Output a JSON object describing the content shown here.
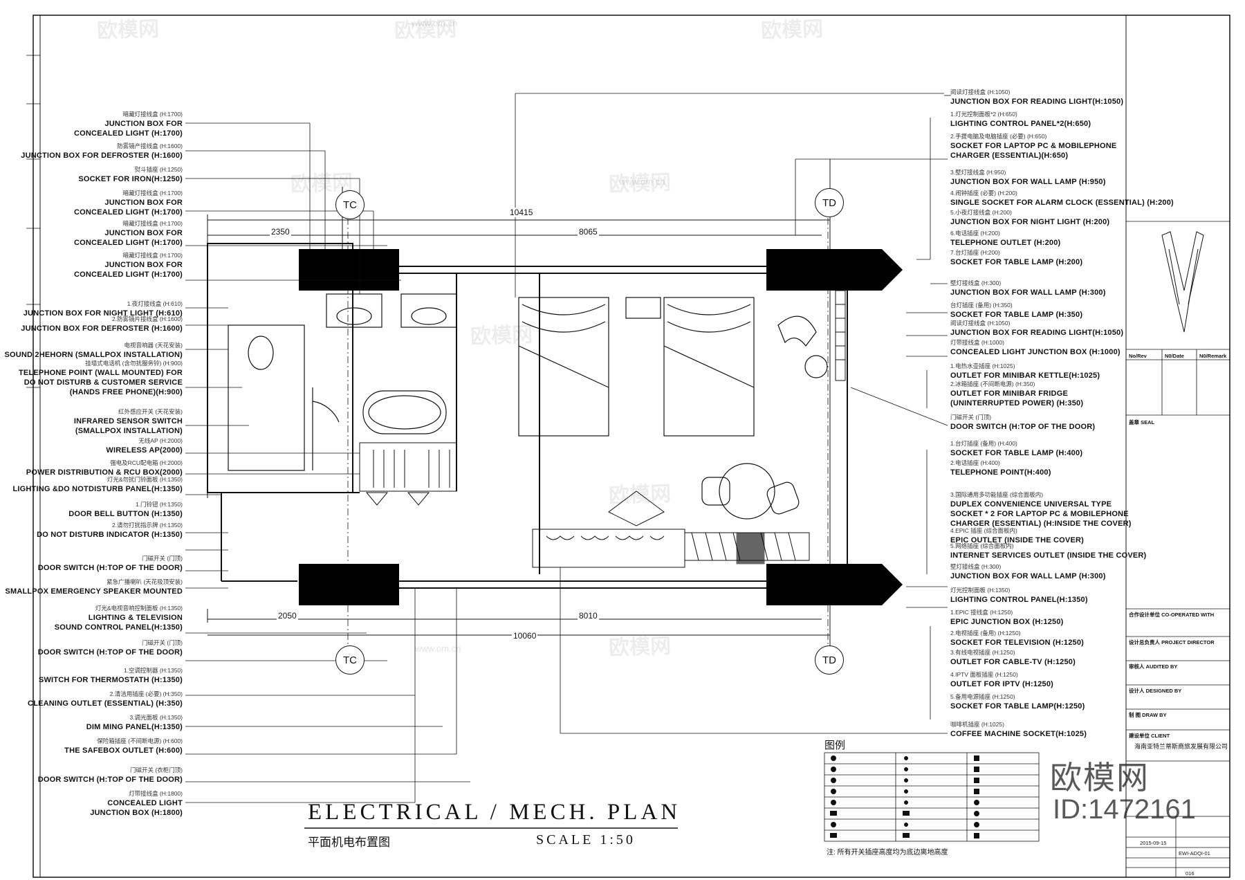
{
  "drawing": {
    "title": "ELECTRICAL / MECH. PLAN",
    "title_cn": "平面机电布置图",
    "scale": "SCALE 1:50",
    "axes": [
      "TC",
      "TD",
      "TC",
      "TD"
    ],
    "dimensions": {
      "top_outer": "10415",
      "top_inner": "8065",
      "top_left": "2350",
      "bottom_left": "2050",
      "bottom_inner": "8010",
      "bottom_outer": "10060"
    }
  },
  "left_labels": [
    {
      "cn": "暗藏灯接线盒 (H:1700)",
      "en": [
        "JUNCTION BOX FOR",
        "CONCEALED LIGHT (H:1700)"
      ]
    },
    {
      "cn": "防雾镜产接线盒 (H:1600)",
      "en": [
        "JUNCTION BOX FOR DEFROSTER (H:1600)"
      ]
    },
    {
      "cn": "熨斗插座 (H:1250)",
      "en": [
        "SOCKET FOR IRON(H:1250)"
      ]
    },
    {
      "cn": "暗藏灯接线盒 (H:1700)",
      "en": [
        "JUNCTION BOX FOR",
        "CONCEALED LIGHT (H:1700)"
      ]
    },
    {
      "cn": "暗藏灯接线盒 (H:1700)",
      "en": [
        "JUNCTION BOX FOR",
        "CONCEALED LIGHT (H:1700)"
      ]
    },
    {
      "cn": "暗藏灯接线盒 (H:1700)",
      "en": [
        "JUNCTION BOX FOR",
        "CONCEALED LIGHT (H:1700)"
      ]
    },
    {
      "cn": "1.夜灯接线盒 (H:610)",
      "en": [
        "JUNCTION BOX FOR NIGHT LIGHT (H:610)"
      ]
    },
    {
      "cn": "2.防雾镜片接线盒 (H:1600)",
      "en": [
        "JUNCTION BOX FOR DEFROSTER (H:1600)"
      ]
    },
    {
      "cn": "电视音响器 (天花安装)",
      "en": [
        "SOUND 2HEHORN (SMALLPOX INSTALLATION)"
      ]
    },
    {
      "cn": "挂墙式电话机 (含勿扰服务铃) (H:900)",
      "en": [
        "TELEPHONE POINT (WALL MOUNTED) FOR",
        "DO NOT DISTURB & CUSTOMER SERVICE",
        "(HANDS FREE PHONE)(H:900)"
      ]
    },
    {
      "cn": "红外感应开关 (天花安装)",
      "en": [
        "INFRARED SENSOR SWITCH",
        "(SMALLPOX INSTALLATION)"
      ]
    },
    {
      "cn": "无线AP (H:2000)",
      "en": [
        "WIRELESS AP(2000)"
      ]
    },
    {
      "cn": "强电及RCU配电箱 (H:2000)",
      "en": [
        "POWER DISTRIBUTION & RCU BOX(2000)"
      ]
    },
    {
      "cn": "灯光&勿扰门铃面板 (H:1350)",
      "en": [
        "LIGHTING &DO NOTDISTURB PANEL(H:1350)"
      ]
    },
    {
      "cn": "1.门铃钮 (H:1350)",
      "en": [
        "DOOR BELL BUTTON (H:1350)"
      ]
    },
    {
      "cn": "2.请勿打扰指示牌 (H:1350)",
      "en": [
        "DO NOT DISTURB INDICATOR (H:1350)"
      ]
    },
    {
      "cn": "门磁开关 (门顶)",
      "en": [
        "DOOR SWITCH (H:TOP OF THE DOOR)"
      ]
    },
    {
      "cn": "紧急广播喇叭 (天花吸顶安装)",
      "en": [
        "SMALLPOX EMERGENCY SPEAKER MOUNTED"
      ]
    },
    {
      "cn": "灯光&电视音响控制面板 (H:1350)",
      "en": [
        "LIGHTING & TELEVISION",
        "SOUND CONTROL PANEL(H:1350)"
      ]
    },
    {
      "cn": "门磁开关 (门顶)",
      "en": [
        "DOOR SWITCH (H:TOP OF THE DOOR)"
      ]
    },
    {
      "cn": "1.空调控制器 (H:1350)",
      "en": [
        "SWITCH FOR THERMOSTATH (H:1350)"
      ]
    },
    {
      "cn": "2.清洁用插座 (必要) (H:350)",
      "en": [
        "CLEANING OUTLET (ESSENTIAL) (H:350)"
      ]
    },
    {
      "cn": "3.调光面板 (H:1350)",
      "en": [
        "DIM MING PANEL(H:1350)"
      ]
    },
    {
      "cn": "保险箱插座 (不间断电源) (H:600)",
      "en": [
        "THE SAFEBOX OUTLET (H:600)"
      ]
    },
    {
      "cn": "门磁开关 (衣柜门顶)",
      "en": [
        "DOOR SWITCH (H:TOP OF THE DOOR)"
      ]
    },
    {
      "cn": "灯带接线盒 (H:1800)",
      "en": [
        "CONCEALED LIGHT",
        "JUNCTION BOX (H:1800)"
      ]
    }
  ],
  "right_labels": [
    {
      "cn": "阅读灯接线盒 (H:1050)",
      "en": [
        "JUNCTION BOX FOR READING LIGHT(H:1050)"
      ]
    },
    {
      "cn": "1.灯光控制面板*2 (H:650)",
      "en": [
        "LIGHTING CONTROL PANEL*2(H:650)"
      ]
    },
    {
      "cn": "2.手提电脑及电脑插座 (必要) (H:650)",
      "en": [
        "SOCKET FOR LAPTOP PC & MOBILEPHONE",
        "CHARGER (ESSENTIAL)(H:650)"
      ]
    },
    {
      "cn": "3.壁灯接线盒 (H:950)",
      "en": [
        "JUNCTION BOX FOR WALL LAMP (H:950)"
      ]
    },
    {
      "cn": "4.闹钟插座 (必要) (H:200)",
      "en": [
        "SINGLE SOCKET FOR ALARM CLOCK (ESSENTIAL) (H:200)"
      ]
    },
    {
      "cn": "5.小夜灯接线盒 (H:200)",
      "en": [
        "JUNCTION BOX FOR NIGHT LIGHT (H:200)"
      ]
    },
    {
      "cn": "6.电话插座 (H:200)",
      "en": [
        "TELEPHONE OUTLET (H:200)"
      ]
    },
    {
      "cn": "7.台灯插座 (H:200)",
      "en": [
        "SOCKET FOR TABLE LAMP (H:200)"
      ]
    },
    {
      "cn": "壁灯接线盒 (H:300)",
      "en": [
        "JUNCTION BOX FOR WALL LAMP (H:300)"
      ]
    },
    {
      "cn": "台灯插座 (备用) (H:350)",
      "en": [
        "SOCKET FOR TABLE LAMP (H:350)"
      ]
    },
    {
      "cn": "阅读灯接线盒 (H:1050)",
      "en": [
        "JUNCTION BOX FOR READING LIGHT(H:1050)"
      ]
    },
    {
      "cn": "灯带接线盒 (H:1000)",
      "en": [
        "CONCEALED LIGHT JUNCTION BOX (H:1000)"
      ]
    },
    {
      "cn": "1.电热水壶插座 (H:1025)",
      "en": [
        "OUTLET FOR MINIBAR KETTLE(H:1025)"
      ]
    },
    {
      "cn": "2.冰箱插座 (不间断电源) (H:350)",
      "en": [
        "OUTLET FOR MINIBAR FRIDGE",
        "(UNINTERRUPTED POWER) (H:350)"
      ]
    },
    {
      "cn": "门磁开关 (门顶)",
      "en": [
        "DOOR SWITCH (H:TOP OF THE DOOR)"
      ]
    },
    {
      "cn": "1.台灯插座 (备用) (H:400)",
      "en": [
        "SOCKET FOR TABLE LAMP (H:400)"
      ]
    },
    {
      "cn": "2.电话插座 (H:400)",
      "en": [
        "TELEPHONE POINT(H:400)"
      ]
    },
    {
      "cn": "3.国际通用多功能插座 (综合面板内)",
      "en": [
        "DUPLEX CONVENIENCE UNIVERSAL TYPE",
        "SOCKET * 2 FOR LAPTOP PC & MOBILEPHONE",
        "CHARGER (ESSENTIAL) (H:INSIDE THE COVER)"
      ]
    },
    {
      "cn": "4.EPIC 插座 (综合面板内)",
      "en": [
        "EPIC OUTLET (INSIDE THE COVER)"
      ]
    },
    {
      "cn": "5.网络插座 (综合面板内)",
      "en": [
        "INTERNET SERVICES OUTLET (INSIDE THE COVER)"
      ]
    },
    {
      "cn": "壁灯接线盒 (H:300)",
      "en": [
        "JUNCTION BOX FOR WALL LAMP (H:300)"
      ]
    },
    {
      "cn": "灯光控制面板 (H:1350)",
      "en": [
        "LIGHTING CONTROL PANEL(H:1350)"
      ]
    },
    {
      "cn": "1.EPIC 接线盒 (H:1250)",
      "en": [
        "EPIC JUNCTION BOX (H:1250)"
      ]
    },
    {
      "cn": "2.电视插座 (备用) (H:1250)",
      "en": [
        "SOCKET FOR TELEVISION (H:1250)"
      ]
    },
    {
      "cn": "3.有线电视插座 (H:1250)",
      "en": [
        "OUTLET FOR CABLE-TV (H:1250)"
      ]
    },
    {
      "cn": "4.IPTV 面板插座 (H:1250)",
      "en": [
        "OUTLET FOR IPTV (H:1250)"
      ]
    },
    {
      "cn": "5.备用电源插座 (H:1250)",
      "en": [
        "SOCKET FOR TABLE LAMP(H:1250)"
      ]
    },
    {
      "cn": "咖啡机插座 (H:1025)",
      "en": [
        "COFFEE MACHINE SOCKET(H:1025)"
      ]
    }
  ],
  "legend": {
    "title": "图例",
    "note": "注: 所有开关插座高度均为底边离地高度"
  },
  "title_block": {
    "rev_headers": [
      "No/Rev",
      "N0/Date",
      "N0/Remark"
    ],
    "seal": "盖章 SEAL",
    "cooperated": "合作设计单位 CO-OPERATED WITH",
    "director": "设计总负责人 PROJECT DIRECTOR",
    "audited": "审核人 AUDITED BY",
    "designed": "设计人 DESIGNED BY",
    "drawn": "制 图 DRAW BY",
    "client_label": "建设单位 CLIENT",
    "client": "海南亚特兰蒂斯商旅发展有限公司",
    "date": "2015-09-15",
    "drawing_no": "EWI-ADQI-01",
    "page": "016"
  },
  "watermark": {
    "brand": "欧模网",
    "url": "www.om.cn",
    "id": "ID:1472161"
  },
  "colors": {
    "line": "#111111",
    "fill_black": "#000000",
    "background": "#ffffff"
  }
}
